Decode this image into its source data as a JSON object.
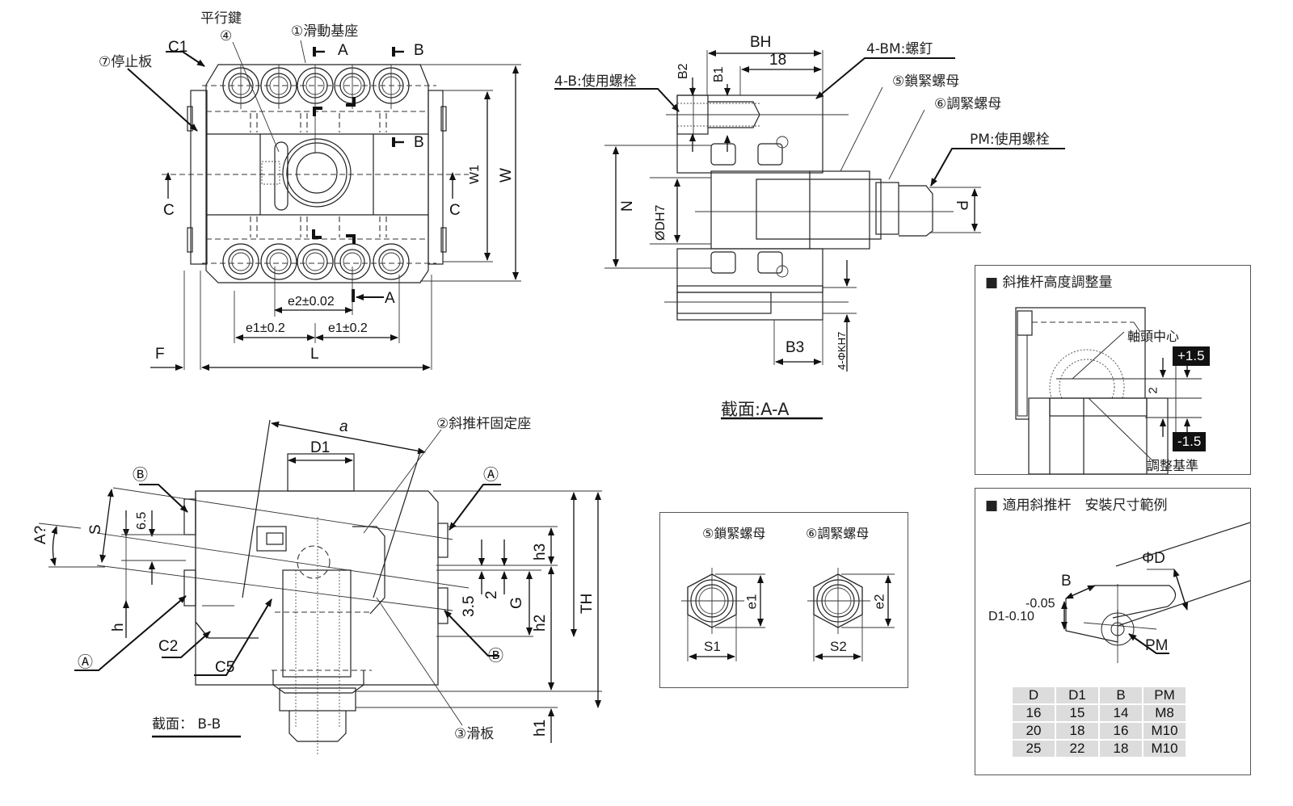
{
  "top_view": {
    "parallel_key": "平行鍵",
    "part4": "④",
    "part1": "①滑動基座",
    "part7": "⑦停止板",
    "chamfer_c1": "C1",
    "section_a": "A",
    "section_b": "B",
    "section_b2": "B",
    "section_c_left": "C",
    "section_c_right": "C",
    "w1": "W1",
    "w": "W",
    "e2": "e2±0.02",
    "a_marker": "A",
    "e1_left": "e1±0.2",
    "e1_right": "e1±0.2",
    "f": "F",
    "l": "L"
  },
  "section_aa": {
    "bh": "BH",
    "dim18": "18",
    "b2": "B2",
    "b1": "B1",
    "bolt_4b": "4-B:使用螺栓",
    "screw_4bm": "4-BM:螺釘",
    "part5": "⑤鎖緊螺母",
    "part6": "⑥調緊螺母",
    "pm_bolt": "PM:使用螺栓",
    "n": "N",
    "dh7": "ØDH7",
    "p": "P",
    "b3": "B3",
    "k": "4-ΦKH7",
    "title": "截面:A-A"
  },
  "section_bb": {
    "a_dim": "a",
    "d1": "D1",
    "part2": "②斜推杆固定座",
    "circ_b_top": "Ⓑ",
    "circ_a_top": "Ⓐ",
    "s": "S",
    "angle": "A?",
    "d65": "6.5",
    "h3": "h3",
    "d35": "3.5",
    "d2": "2",
    "g": "G",
    "h2": "h2",
    "th": "TH",
    "h": "h",
    "circ_a_bottom": "Ⓐ",
    "c2": "C2",
    "c5": "C5",
    "circ_b_bottom": "Ⓑ",
    "part3": "③滑板",
    "h1": "h1",
    "title": "截面： B-B"
  },
  "nuts_panel": {
    "nut5": "⑤鎖緊螺母",
    "nut6": "⑥調緊螺母",
    "e1": "e1",
    "e2": "e2",
    "s1": "S1",
    "s2": "S2"
  },
  "height_panel": {
    "title": "■ 斜推杆高度調整量",
    "axis_center": "軸頭中心",
    "plus": "+1.5",
    "minus": "-1.5",
    "dim2": "2",
    "reference": "調整基準"
  },
  "install_panel": {
    "title": "■ 適用斜推杆　安裝尺寸範例",
    "phi_d": "ΦD",
    "b": "B",
    "tol_upper": "-0.05",
    "tol_label": "D1-0.10",
    "pm": "PM",
    "table": {
      "headers": [
        "D",
        "D1",
        "B",
        "PM"
      ],
      "rows": [
        [
          "16",
          "15",
          "14",
          "M8"
        ],
        [
          "20",
          "18",
          "16",
          "M10"
        ],
        [
          "25",
          "22",
          "18",
          "M10"
        ]
      ]
    }
  }
}
